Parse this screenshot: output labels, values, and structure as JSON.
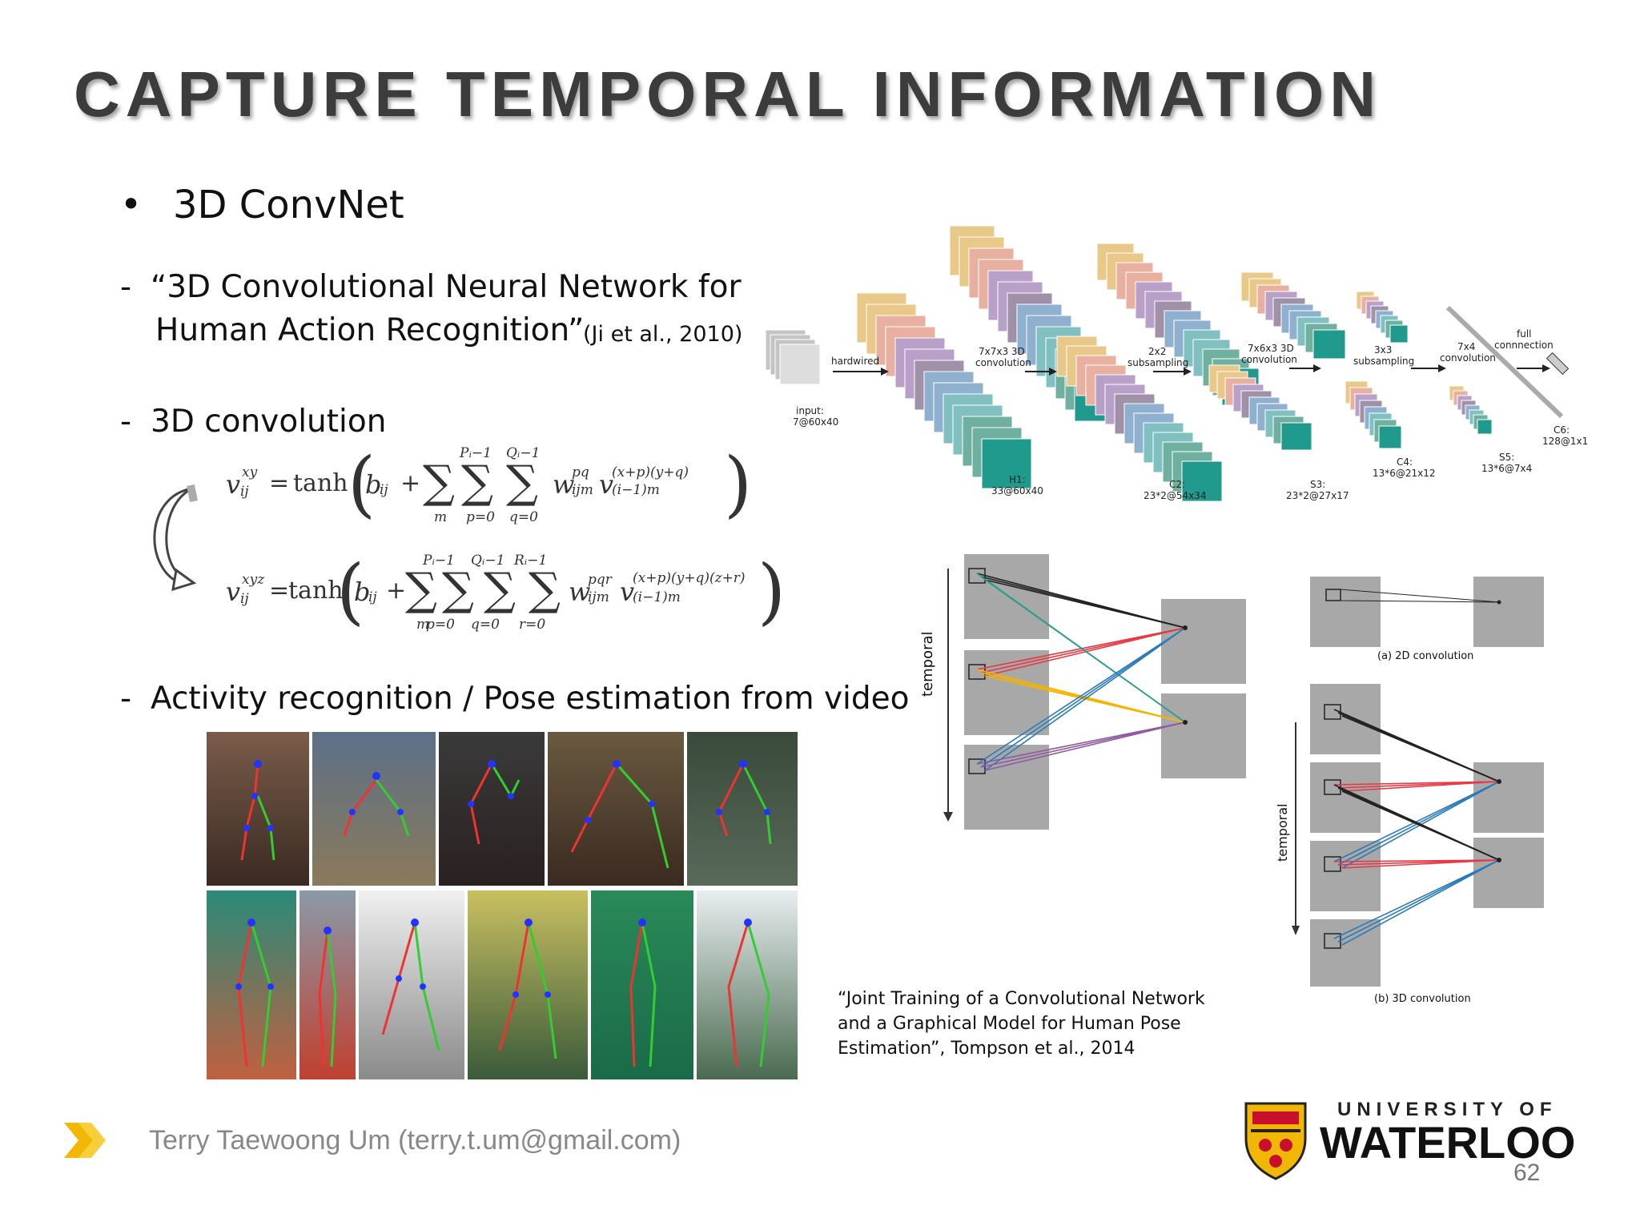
{
  "slide": {
    "title": "CAPTURE TEMPORAL INFORMATION",
    "bullet": "3D ConvNet",
    "paper1_line1": "“3D Convolutional Neural Network for",
    "paper1_line2": "Human Action Recognition”",
    "paper1_cite": "(Ji et al., 2010)",
    "item2": "3D convolution",
    "item3": "Activity recognition / Pose estimation from video",
    "citation2_lines": [
      "“Joint Training of a Convolutional Network",
      "and a Graphical Model for Human Pose",
      "Estimation”, Tompson et al., 2014"
    ],
    "footer_author": "Terry Taewoong Um (terry.t.um@gmail.com)",
    "page_number": "62",
    "logo_top": "UNIVERSITY OF",
    "logo_bottom": "WATERLOO"
  },
  "equations": {
    "eq1": {
      "lhs": "v",
      "lhs_sup": "xy",
      "lhs_sub": "ij",
      "func": "tanh",
      "bias": "b",
      "bias_sub": "ij",
      "sum_m": "m",
      "sum_p_top": "Pᵢ−1",
      "sum_p_bot": "p=0",
      "sum_q_top": "Qᵢ−1",
      "sum_q_bot": "q=0",
      "w_sup": "pq",
      "w_sub": "ijm",
      "v_sup": "(x+p)(y+q)",
      "v_sub": "(i−1)m"
    },
    "eq2": {
      "lhs_sup": "xyz",
      "sum_r_top": "Rᵢ−1",
      "sum_r_bot": "r=0",
      "w_sup": "pqr",
      "v_sup": "(x+p)(y+q)(z+r)"
    }
  },
  "network_diagram": {
    "labels": {
      "input": "input:",
      "input_dims": "7@60x40",
      "hardwired": "hardwired",
      "conv1": "7x7x3 3D",
      "conv1b": "convolution",
      "h1": "H1:",
      "h1_dims": "33@60x40",
      "sub1": "2x2",
      "sub1b": "subsampling",
      "c2": "C2:",
      "c2_dims": "23*2@54x34",
      "conv2": "7x6x3 3D",
      "conv2b": "convolution",
      "s3": "S3:",
      "s3_dims": "23*2@27x17",
      "sub2": "3x3",
      "sub2b": "subsampling",
      "c4": "C4:",
      "c4_dims": "13*6@21x12",
      "conv3": "7x4",
      "conv3b": "convolution",
      "s5": "S5:",
      "s5_dims": "13*6@7x4",
      "full": "full",
      "fullb": "connnection",
      "c6": "C6:",
      "c6_dims": "128@1x1"
    },
    "colors": [
      "#e8c98a",
      "#e8b0a0",
      "#b8a0c8",
      "#a090a8",
      "#90b0d0",
      "#80c0c0",
      "#70b0a0",
      "#1f9a8c"
    ]
  },
  "conv_diagrams": {
    "temporal_label": "temporal",
    "label_2d": "(a) 2D convolution",
    "label_3d": "(b) 3D convolution",
    "line_colors": [
      "#222222",
      "#2a9d8f",
      "#e63946",
      "#f4b400",
      "#2b7bb9",
      "#8e5aa0"
    ]
  }
}
